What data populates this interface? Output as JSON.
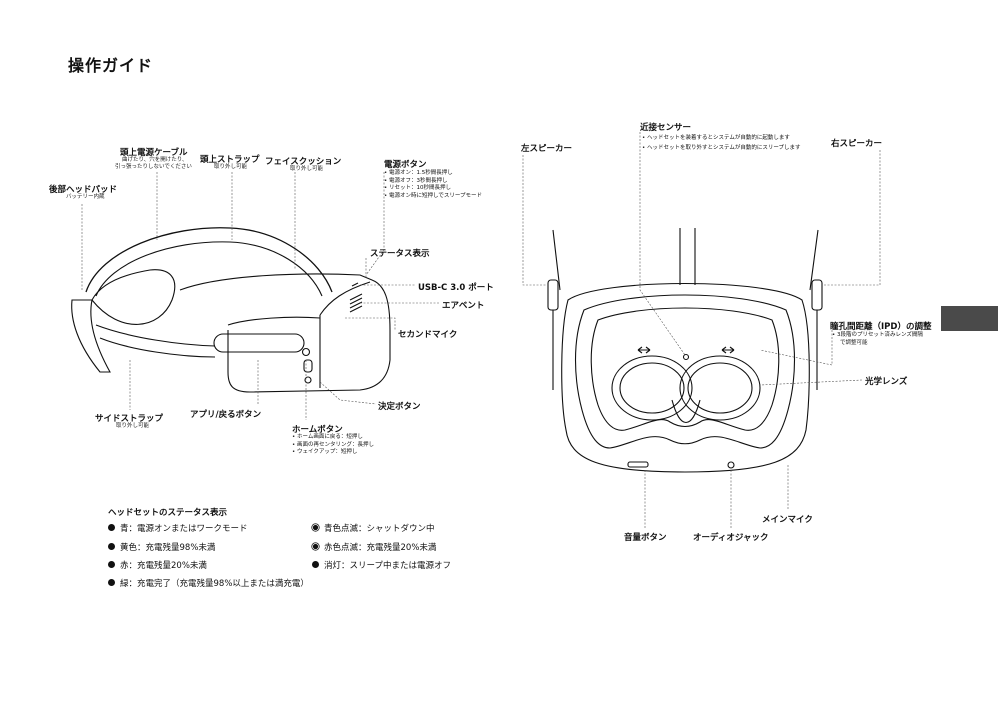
{
  "title": "操作ガイド",
  "left_labels": {
    "rear_pad": {
      "label": "後部ヘッドパッド",
      "sub": "バッテリー内蔵"
    },
    "cable": {
      "label": "頭上電源ケーブル",
      "sub1": "曲げたり、穴を開けたり、",
      "sub2": "引っ張ったりしないでください"
    },
    "top_strap": {
      "label": "頭上ストラップ",
      "sub": "取り外し可能"
    },
    "face_cushion": {
      "label": "フェイスクッション",
      "sub": "取り外し可能"
    },
    "power": {
      "label": "電源ボタン",
      "items": [
        "電源オン：1.5秒間長押し",
        "電源オフ：3秒間長押し",
        "リセット：10秒間長押し",
        "電源オン時に短押しでスリープモード"
      ]
    },
    "status_display": "ステータス表示",
    "usb": "USB-C 3.0 ポート",
    "vent": "エアベント",
    "second_mic": "セカンドマイク",
    "side_strap": {
      "label": "サイドストラップ",
      "sub": "取り外し可能"
    },
    "app_back": "アプリ/戻るボタン",
    "home": {
      "label": "ホームボタン",
      "items": [
        "ホーム画面に戻る：短押し",
        "画面の再センタリング：長押し",
        "ウェイクアップ：短押し"
      ]
    },
    "confirm": "決定ボタン"
  },
  "right_labels": {
    "proximity": {
      "label": "近接センサー",
      "items": [
        "ヘッドセットを装着するとシステムが自動的に起動します",
        "ヘッドセットを取り外すとシステムが自動的にスリープします"
      ]
    },
    "left_speaker": "左スピーカー",
    "right_speaker": "右スピーカー",
    "ipd": {
      "label": "瞳孔間距離（IPD）の調整",
      "items": [
        "3段階のプリセット済みレンズ間隔"
      ],
      "sub2": "で調整可能"
    },
    "lens": "光学レンズ",
    "main_mic": "メインマイク",
    "volume": "音量ボタン",
    "audio_jack": "オーディオジャック"
  },
  "status_section": {
    "title": "ヘッドセットのステータス表示",
    "left": [
      "青：電源オンまたはワークモード",
      "黄色：充電残量98%未満",
      "赤：充電残量20%未満",
      "緑：充電完了（充電残量98%以上または満充電）"
    ],
    "right": [
      "青色点滅：シャットダウン中",
      "赤色点滅：充電残量20%未満",
      "消灯：スリープ中または電源オフ"
    ]
  }
}
